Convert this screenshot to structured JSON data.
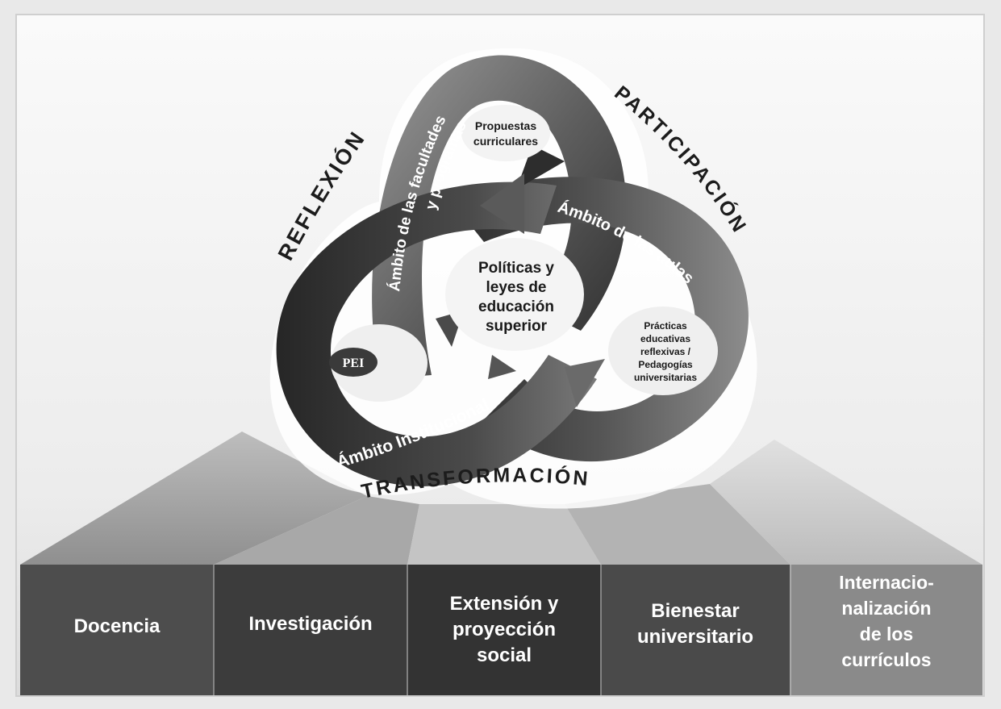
{
  "labels": {
    "reflexion": "REFLEXIÓN",
    "participacion": "PARTICIPACIÓN",
    "transformacion": "TRANSFORMACIÓN"
  },
  "bands": {
    "facultades_1": "Ámbito de las facultades",
    "facultades_2": "y programas",
    "aulas": "Ámbito de las aulas",
    "institucional": "Ámbito Institucional"
  },
  "inner": {
    "propuestas_1": "Propuestas",
    "propuestas_2": "curriculares",
    "politicas_1": "Políticas y",
    "politicas_2": "leyes de",
    "politicas_3": "educación",
    "politicas_4": "superior",
    "practicas_1": "Prácticas",
    "practicas_2": "educativas",
    "practicas_3": "reflexivas /",
    "practicas_4": "Pedagogías",
    "practicas_5": "universitarias",
    "pei": "PEI"
  },
  "pillars": [
    {
      "lines": [
        "Docencia"
      ],
      "color": "#4d4d4d"
    },
    {
      "lines": [
        "Investigación"
      ],
      "color": "#3c3c3c"
    },
    {
      "lines": [
        "Extensión y",
        "proyección",
        "social"
      ],
      "color": "#333333"
    },
    {
      "lines": [
        "Bienestar",
        "universitario"
      ],
      "color": "#4a4a4a"
    },
    {
      "lines": [
        "Internacio-",
        "nalización",
        "de los",
        "currículos"
      ],
      "color": "#8a8a8a"
    }
  ]
}
